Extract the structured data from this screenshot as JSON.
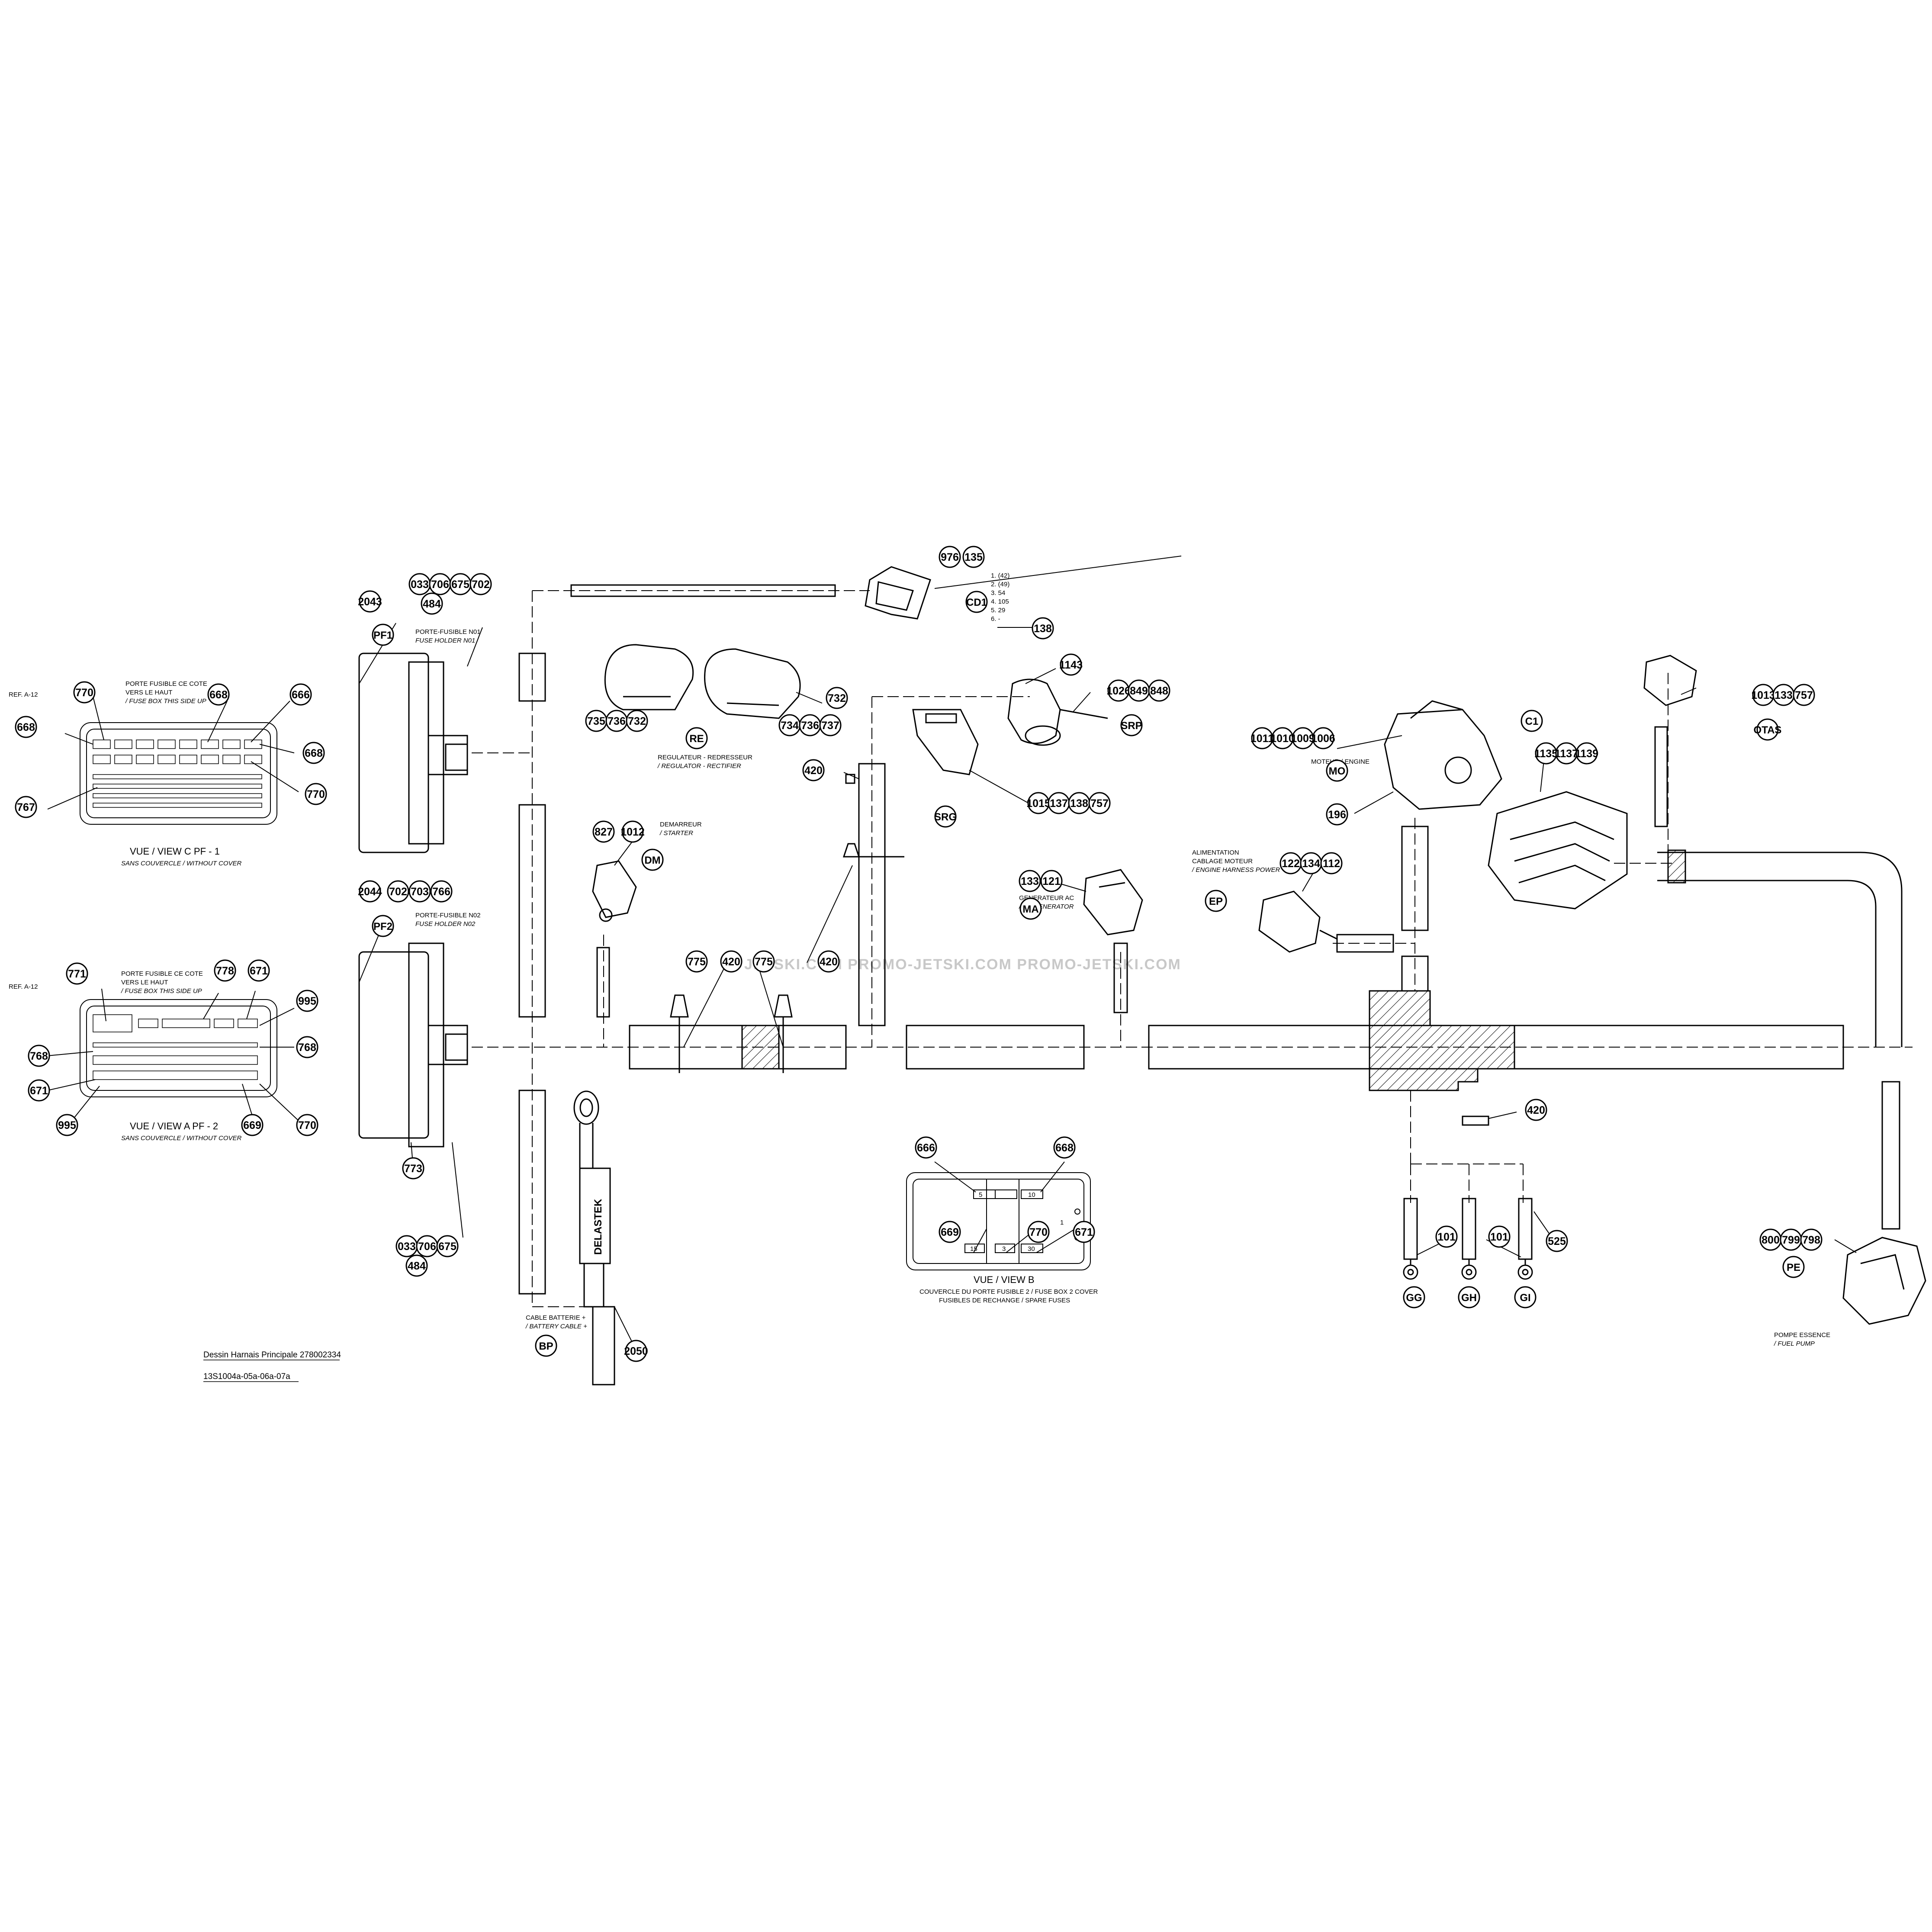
{
  "drawing": {
    "title": "Dessin Harnais Principale 278002334",
    "ref_code": "13S1004a-05a-06a-07a",
    "watermark": "JETSKI.COM PROMO-JETSKI.COM PROMO-JETSKI.COM"
  },
  "callouts": [
    "2043",
    "033",
    "706",
    "675",
    "702",
    "484",
    "770",
    "668",
    "666",
    "668",
    "668",
    "767",
    "770",
    "2044",
    "702",
    "703",
    "766",
    "771",
    "778",
    "671",
    "995",
    "768",
    "768",
    "671",
    "995",
    "669",
    "770",
    "773",
    "033",
    "706",
    "675",
    "484",
    "976",
    "135",
    "138",
    "735",
    "736",
    "732",
    "734",
    "736",
    "737",
    "732",
    "420",
    "827",
    "1012",
    "775",
    "420",
    "775",
    "420",
    "1143",
    "1026",
    "849",
    "848",
    "1015",
    "137",
    "138",
    "757",
    "133",
    "121",
    "1011",
    "1010",
    "1009",
    "1006",
    "196",
    "1135",
    "1137",
    "1139",
    "122",
    "134",
    "112",
    "1013",
    "133",
    "757",
    "420",
    "101",
    "101",
    "525",
    "666",
    "668",
    "669",
    "770",
    "671",
    "2050",
    "800",
    "799",
    "798"
  ],
  "codes": [
    "PF1",
    "PF2",
    "RE",
    "CD1",
    "SRP",
    "SRG",
    "DM",
    "MA",
    "MO",
    "C1",
    "EP",
    "OTAS",
    "BP",
    "GG",
    "GH",
    "GI",
    "PE"
  ],
  "labels": {
    "ref_a12_top": "REF. A-12",
    "ref_a12_bottom": "REF. A-12",
    "fuse_side_up_1": "PORTE FUSIBLE CE COTE",
    "fuse_side_up_2": "VERS LE HAUT",
    "fuse_side_up_3": "/ FUSE BOX THIS SIDE UP",
    "view_c": "VUE / VIEW C     PF - 1",
    "view_a": "VUE / VIEW A     PF - 2",
    "no_cover": "SANS COUVERCLE / WITHOUT COVER",
    "pf1_1": "PORTE-FUSIBLE N01",
    "pf1_2": "FUSE HOLDER N01",
    "pf2_1": "PORTE-FUSIBLE N02",
    "pf2_2": "FUSE HOLDER N02",
    "cd1_list": [
      "1. (42)",
      "2. (49)",
      "3. 54",
      "4. 105",
      "5. 29",
      "6. -"
    ],
    "re_1": "REGULATEUR - REDRESSEUR",
    "re_2": "/ REGULATOR - RECTIFIER",
    "dm_1": "DEMARREUR",
    "dm_2": "/ STARTER",
    "ma_1": "GENERATEUR AC",
    "ma_2": "/ AC GENERATOR",
    "mo_1": "MOTEUR / ENGINE",
    "ep_1": "ALIMENTATION",
    "ep_2": "CABLAGE MOTEUR",
    "ep_3": "/ ENGINE HARNESS POWER",
    "bp_1": "CABLE BATTERIE +",
    "bp_2": "/ BATTERY CABLE +",
    "delastek": "DELASTEK",
    "view_b": "VUE / VIEW B",
    "view_b_1": "COUVERCLE DU PORTE FUSIBLE 2 / FUSE BOX 2 COVER",
    "view_b_2": "FUSIBLES DE RECHANGE / SPARE FUSES",
    "pe_1": "POMPE ESSENCE",
    "pe_2": "/ FUEL PUMP",
    "fuse_5": "5",
    "fuse_10": "10",
    "fuse_15": "15",
    "fuse_30": "30",
    "fuse_3": "3",
    "fuse_1": "1"
  }
}
